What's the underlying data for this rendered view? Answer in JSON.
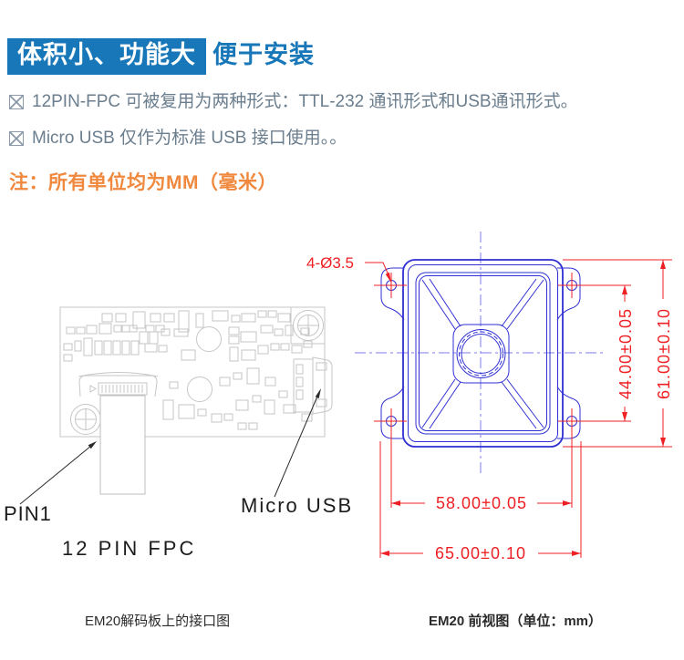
{
  "header": {
    "highlight": "体积小、功能大",
    "rest": "便于安装"
  },
  "bullets": [
    {
      "text": "12PIN-FPC 可被复用为两种形式：TTL-232 通讯形式和USB通讯形式。"
    },
    {
      "text": "Micro USB 仅作为标准 USB 接口使用。。"
    }
  ],
  "note": "注：所有单位均为MM（毫米）",
  "pcb": {
    "pin1_label": "PIN1",
    "usb_label": "Micro USB",
    "fpc_label": "12 PIN FPC",
    "caption": "EM20解码板上的接口图"
  },
  "front_view": {
    "caption": "EM20 前视图（单位：mm）",
    "dims": {
      "callout": "4-Ø3.5",
      "inner_v": "44.00±0.05",
      "outer_v": "61.00±0.10",
      "inner_h": "58.00±0.05",
      "outer_h": "65.00±0.10"
    }
  },
  "colors": {
    "brand_blue": "#1777b8",
    "accent_orange": "#f0883d",
    "dimension_red": "#ee2024",
    "drawing_blue": "#2f2fd3"
  }
}
